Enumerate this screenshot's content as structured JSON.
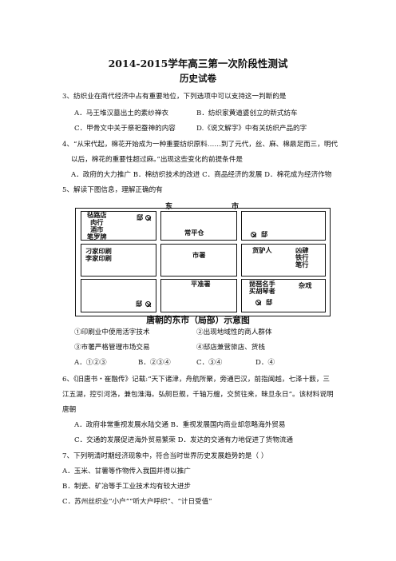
{
  "header": {
    "title": "2014-2015学年高三第一次阶段性测试",
    "subtitle": "历史试卷"
  },
  "q3": {
    "stem": "3、纺织业在商代经济中占有重要地位，下列选项中可以支持这一判断的是",
    "a": "A．马王堆汉墓出土的素纱禅衣",
    "b": "B．纺织家黄道婆创立的新式纺车",
    "c": "C．甲骨文中关于祭祀蚕神的内容",
    "d": "D.《说文解字》中有关纺织产品的字"
  },
  "q4": {
    "line1": "4、“从宋代起，棉花开始成为一种重要纺织原料……到了元代，丝、麻、棉鼎足而三，明代",
    "line2": "以后，棉花的重要性超过麻。”出现这些变化的前提条件是",
    "options": "A．政府的大力推广 B．棉纺织技术的改进 C．商品经济的发展 D．棉花成为经济作物"
  },
  "q5": {
    "stem": "5、解读下图信息，理解正确的有",
    "map": {
      "east": "东",
      "market": "市",
      "tl_lines": [
        "毡路店",
        "肉行",
        "酒市",
        "笔罗牌"
      ],
      "tl_right": "邸",
      "changping": "常平仓",
      "tr_right": "邸",
      "ml_lines": [
        "刁家印刷",
        "李家印刷"
      ],
      "center": "市署",
      "mr_left": "货驴人",
      "mr_lines": [
        "凶肆",
        "铁行",
        "笔行"
      ],
      "pingzhun": "平准署",
      "br_lines": [
        "琵琶名手",
        "买胡琴者"
      ],
      "zaxi": "杂戏",
      "bl_right": "邸",
      "br_right": "邸"
    },
    "caption": "唐朝的东市（局部）示意图",
    "s1": "①印刷业中使用活字技术",
    "s2": "②出现地域性的商人群体",
    "s3": "③市署严格管理市场交易",
    "s4": "④邸店兼营旅店、货栈",
    "a": "A．①②③",
    "b": "B．②③④",
    "c": "C．③④",
    "d": "D．④"
  },
  "q6": {
    "line1": "6、《旧唐书・崔融传》记载:“天下诸津，舟航所聚，旁通巴汉，前指闽越，七泽十薮，三",
    "line2": "江五湖，控引河洛，兼包淮海。弘舸巨舰，千轴万艘，交贸往来，昧旦永日”。该材料说明",
    "line3": "唐朝",
    "ab": "A．政府非常重视发展水陆交通 B．重视发展国内商业却忽略海外贸易",
    "cd": "C．交通的发展促进海外贸易繁荣 D．发达的交通有力地促进了货物流通"
  },
  "q7": {
    "stem": "7、下列明清时期经济现象中，符合当时世界历史发展趋势的是（      ）",
    "a": "A．玉米、甘薯等作物传入我国并得以推广",
    "b": "B．制瓷、矿冶等手工业技术均有较大进步",
    "c": "C．苏州丝织业“小户”“听大户呼织”、“计日受值”"
  }
}
